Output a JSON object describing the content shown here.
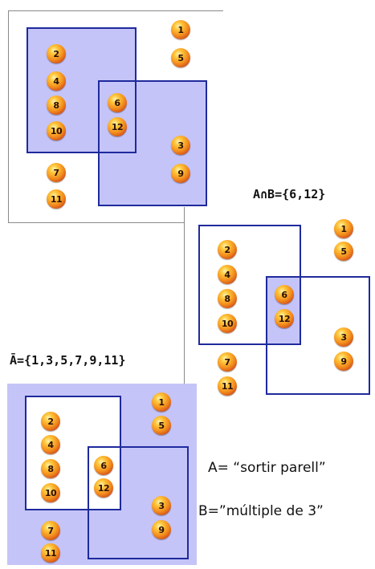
{
  "colors": {
    "set_fill": "#c4c4f8",
    "set_border": "#1f2a9c",
    "ball": "#f28a1c"
  },
  "balls": [
    "1",
    "2",
    "3",
    "4",
    "5",
    "6",
    "7",
    "8",
    "9",
    "10",
    "11",
    "12"
  ],
  "intersection": {
    "label": "A∩B={6,12}"
  },
  "complement": {
    "label": "Ā={1,3,5,7,9,11}"
  },
  "definitions": {
    "a": "A= “sortir parell”",
    "b": "B=”múltiple de 3”"
  }
}
